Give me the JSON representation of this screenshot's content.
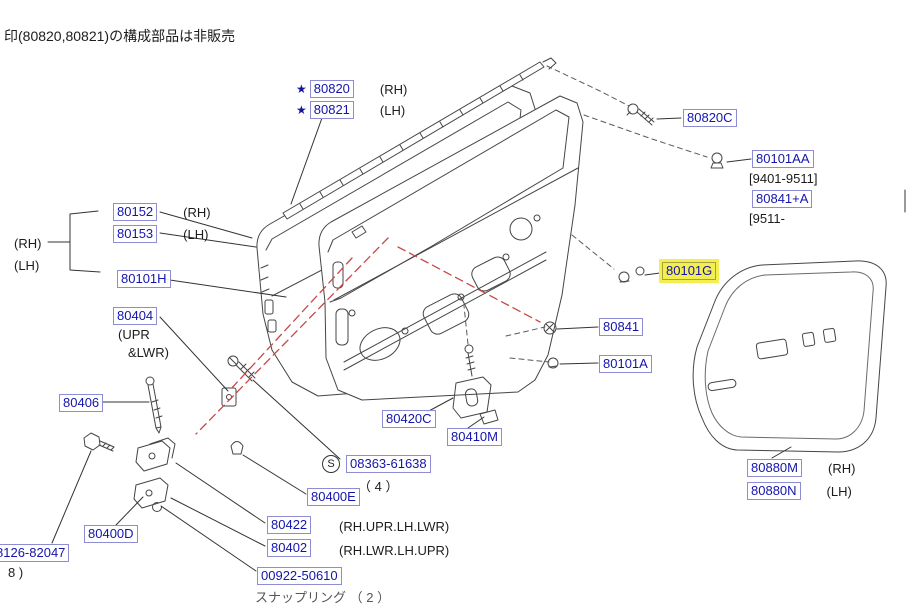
{
  "note": "印(80820,80821)の構成部品は非販売",
  "colors": {
    "label_blue": "#1414ad",
    "highlight_yellow": "#f4ef50",
    "assembly_axis_red": "#c84848"
  },
  "labels": {
    "w80820": {
      "star": "★",
      "code": "80820",
      "side": "(RH)"
    },
    "w80821": {
      "star": "★",
      "code": "80821",
      "side": "(LH)"
    },
    "p80820C": {
      "code": "80820C"
    },
    "p80101AA": {
      "code": "80101AA"
    },
    "range_a": "[9401-9511]",
    "p80841A": {
      "code": "80841+A"
    },
    "range_b": "[9511-",
    "p80152": {
      "code": "80152",
      "side": "(RH)"
    },
    "p80153": {
      "code": "80153",
      "side": "(LH)"
    },
    "edge_rh": "(RH)",
    "edge_lh": "(LH)",
    "p80101H": {
      "code": "80101H"
    },
    "p80404": {
      "code": "80404",
      "note1": "(UPR",
      "note2": "&LWR)"
    },
    "p80101G": {
      "code": "80101G"
    },
    "p80841": {
      "code": "80841"
    },
    "p80101A": {
      "code": "80101A"
    },
    "p80406": {
      "code": "80406"
    },
    "p80420C": {
      "code": "80420C"
    },
    "p80410M": {
      "code": "80410M"
    },
    "p08363": {
      "prefix": "S",
      "code": "08363-61638",
      "qty": "（ 4 ）"
    },
    "p80400E": {
      "code": "80400E"
    },
    "p80400D": {
      "code": "80400D"
    },
    "p80422": {
      "code": "80422",
      "note": "(RH.UPR.LH.LWR)"
    },
    "p80402": {
      "code": "80402",
      "note": "(RH.LWR.LH.UPR)"
    },
    "p08126": {
      "code": "8126-82047",
      "qty": "8 )"
    },
    "p00922": {
      "code": "00922-50610",
      "note": "スナップリング （ 2 ）"
    },
    "p80880M": {
      "code": "80880M",
      "side": "(RH)"
    },
    "p80880N": {
      "code": "80880N",
      "side": "(LH)"
    }
  }
}
